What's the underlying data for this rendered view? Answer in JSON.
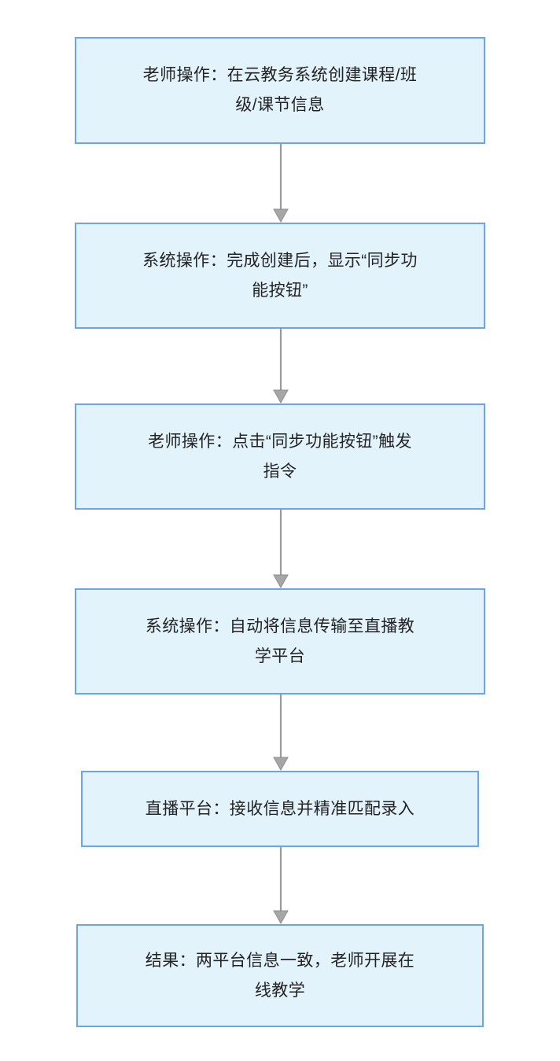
{
  "diagram": {
    "type": "flowchart",
    "orientation": "top-to-bottom",
    "colors": {
      "node_fill": "#e3f3fc",
      "node_border": "#6ba5e7",
      "node_text": "#232323",
      "edge": "#9a9a9a",
      "background": "#ffffff"
    },
    "nodes": [
      {
        "id": "n1",
        "role": "teacher-action",
        "label": "老师操作：在云教务系统创建课程/班\n级/课节信息"
      },
      {
        "id": "n2",
        "role": "system-action",
        "label": "系统操作：完成创建后，显示“同步功\n能按钮”"
      },
      {
        "id": "n3",
        "role": "teacher-action",
        "label": "老师操作：点击“同步功能按钮”触发\n指令"
      },
      {
        "id": "n4",
        "role": "system-action",
        "label": "系统操作：自动将信息传输至直播教\n学平台"
      },
      {
        "id": "n5",
        "role": "platform-action",
        "label": "直播平台：接收信息并精准匹配录入"
      },
      {
        "id": "n6",
        "role": "result",
        "label": "结果：两平台信息一致，老师开展在\n线教学"
      }
    ],
    "edges": [
      {
        "from": "n1",
        "to": "n2",
        "label": ""
      },
      {
        "from": "n2",
        "to": "n3",
        "label": ""
      },
      {
        "from": "n3",
        "to": "n4",
        "label": ""
      },
      {
        "from": "n4",
        "to": "n5",
        "label": ""
      },
      {
        "from": "n5",
        "to": "n6",
        "label": ""
      }
    ]
  }
}
